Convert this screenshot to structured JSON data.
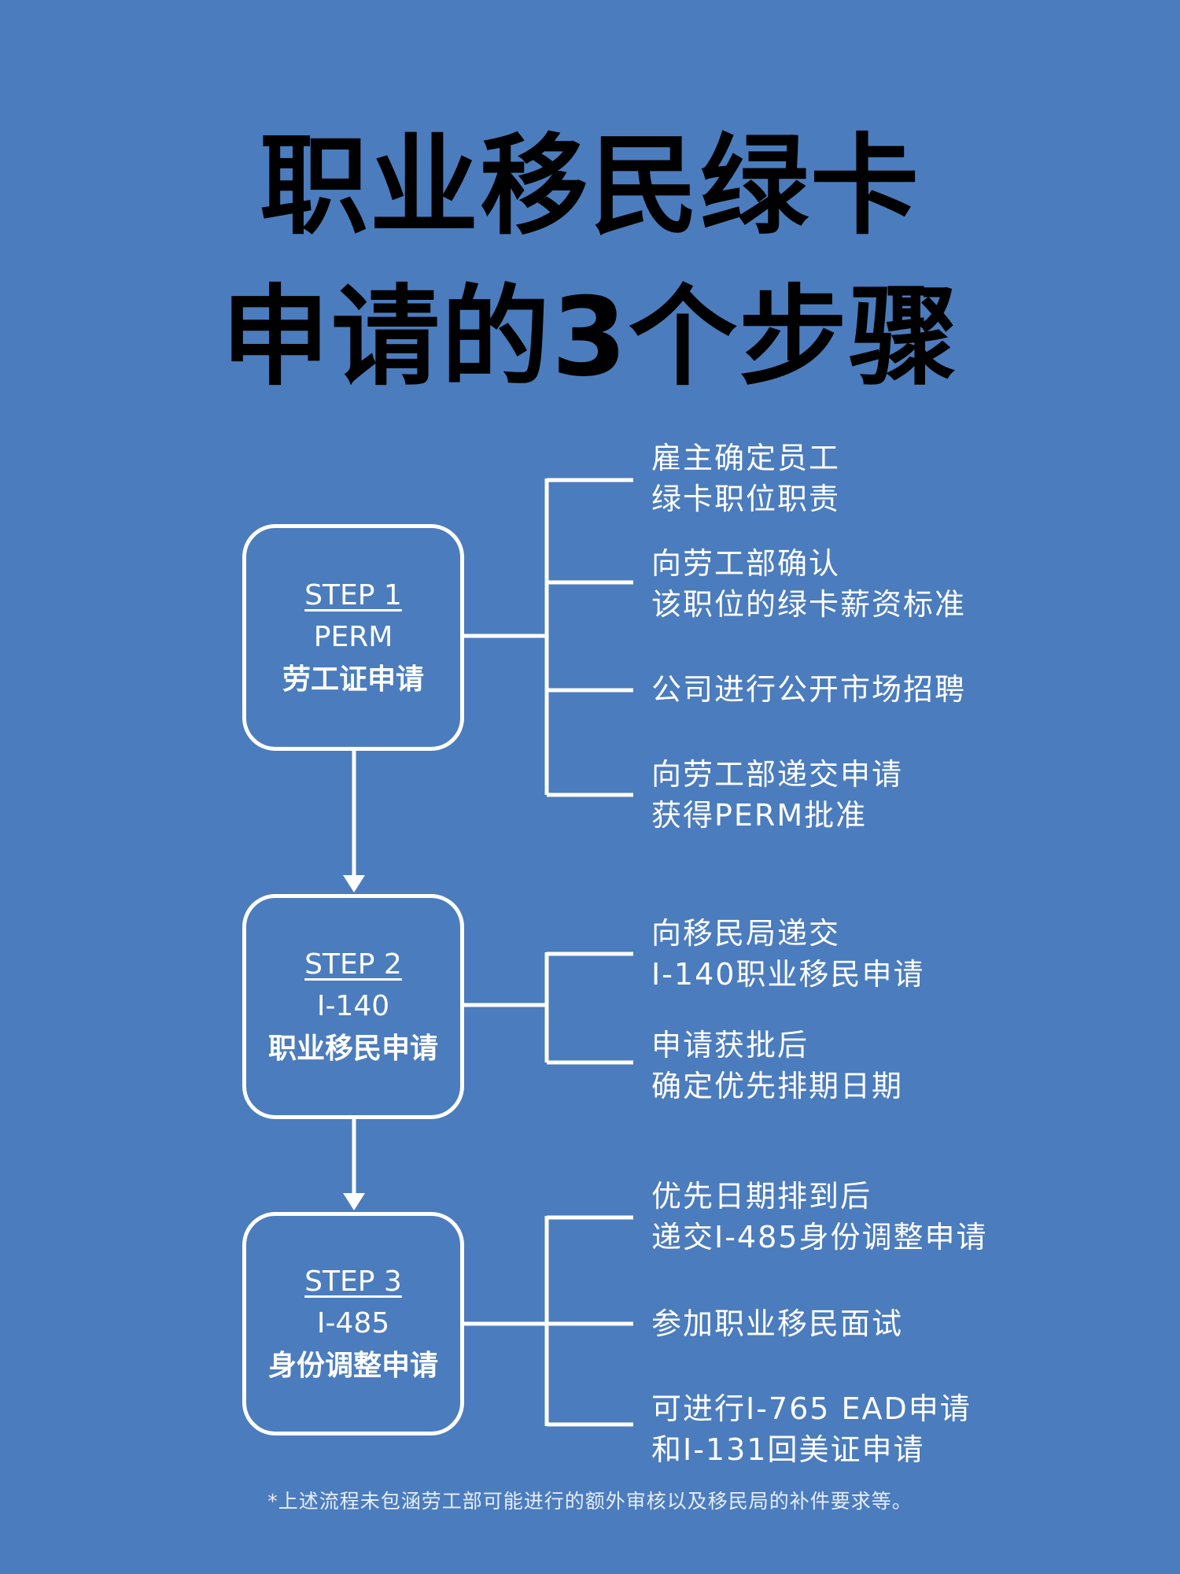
{
  "title": {
    "line1": "职业移民绿卡",
    "line2": "申请的3个步骤"
  },
  "steps": [
    {
      "label": "STEP 1",
      "code": "PERM",
      "name": "劳工证申请",
      "details": [
        [
          "雇主确定员工",
          "绿卡职位职责"
        ],
        [
          "向劳工部确认",
          "该职位的绿卡薪资标准"
        ],
        [
          "公司进行公开市场招聘"
        ],
        [
          "向劳工部递交申请",
          "获得PERM批准"
        ]
      ]
    },
    {
      "label": "STEP 2",
      "code": "I-140",
      "name": "职业移民申请",
      "details": [
        [
          "向移民局递交",
          "I-140职业移民申请"
        ],
        [
          "申请获批后",
          "确定优先排期日期"
        ]
      ]
    },
    {
      "label": "STEP 3",
      "code": "I-485",
      "name": "身份调整申请",
      "details": [
        [
          "优先日期排到后",
          "递交I-485身份调整申请"
        ],
        [
          "参加职业移民面试"
        ],
        [
          "可进行I-765 EAD申请",
          "和I-131回美证申请"
        ]
      ]
    }
  ],
  "footnote": "*上述流程未包涵劳工部可能进行的额外审核以及移民局的补件要求等。",
  "colors": {
    "background": "#4b7cbd",
    "title": "#000000",
    "line": "#ffffff"
  }
}
